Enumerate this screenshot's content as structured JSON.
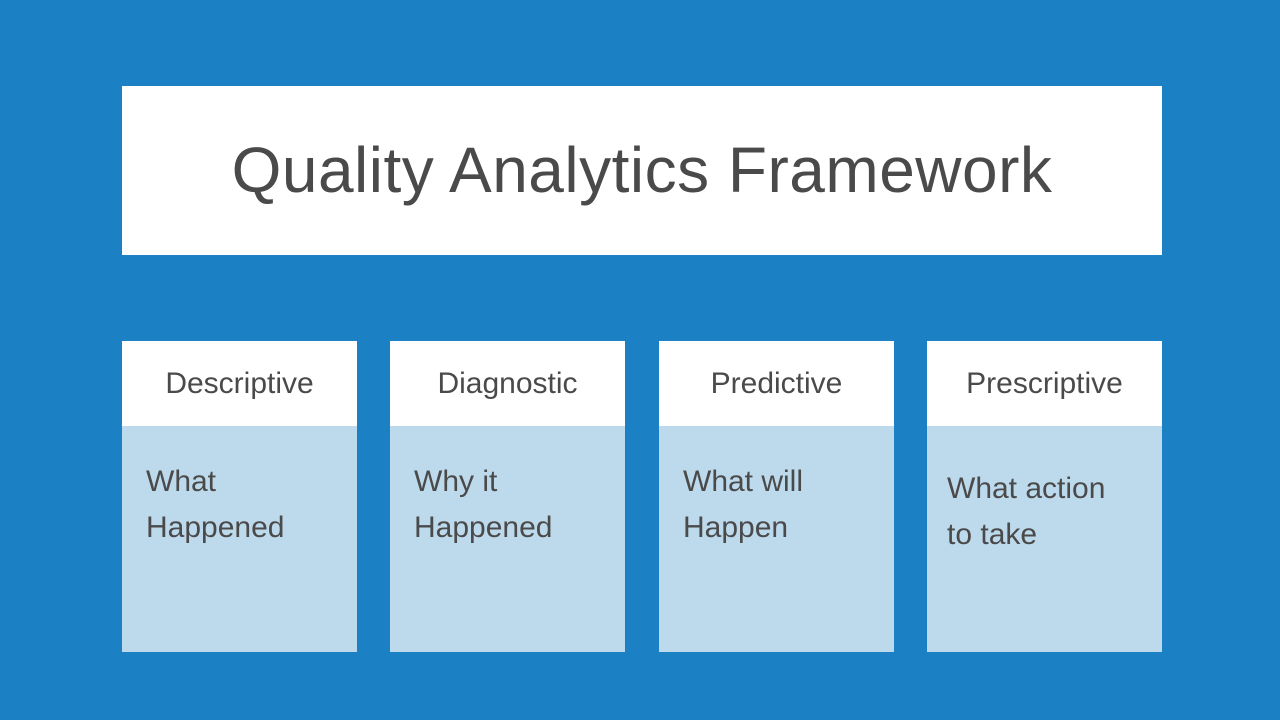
{
  "slide": {
    "background_color": "#1b80c4",
    "title": "Quality Analytics Framework",
    "title_color": "#4a4a4a",
    "banner_color": "#ffffff"
  },
  "cards": [
    {
      "header": "Descriptive",
      "body": "What\nHappened",
      "header_background": "#ffffff",
      "body_background": "#bdd9ec",
      "text_color": "#4a4a4a"
    },
    {
      "header": "Diagnostic",
      "body": "Why it\nHappened",
      "header_background": "#ffffff",
      "body_background": "#bdd9ec",
      "text_color": "#4a4a4a"
    },
    {
      "header": "Predictive",
      "body": "What will\nHappen",
      "header_background": "#ffffff",
      "body_background": "#bdd9ec",
      "text_color": "#4a4a4a"
    },
    {
      "header": "Prescriptive",
      "body": "What action\nto take",
      "header_background": "#ffffff",
      "body_background": "#bdd9ec",
      "text_color": "#4a4a4a"
    }
  ]
}
